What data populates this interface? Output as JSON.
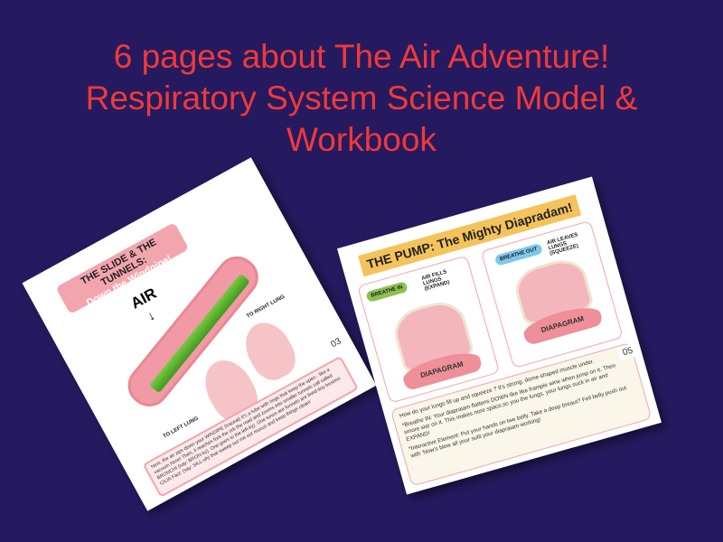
{
  "title": {
    "line1": "6 pages about  The Air Adventure!",
    "line2": "Respiratory System Science Model &",
    "line3": "Workbook"
  },
  "colors": {
    "background": "#251a5f",
    "title": "#f0393a",
    "accent_pink": "#f2a5ad",
    "banner_yellow": "#f4c35c"
  },
  "page1": {
    "heading": "THE SLIDE & THE TUNNELS:",
    "subheading": "Down the Windpipe!",
    "air_label": "AIR",
    "right_lung_label": "TO RIGHT LUNG",
    "left_lung_label": "TO LEFT LUNG",
    "body": "Next, the air zips down your WINDIPE (traceal) It's a tube with rings that keep the open - like a vacuum hose! Then, it reaches fork the ork the road and zooms into smaller tunnels call called BRONCHI (say: BRON-ky). One goes to the left-ky). One tunus are funnels are lined tiny brooms CILIA Fact: (say: SILL-uh) that sweep out me out mucus and keep things clean!",
    "page_number": "03"
  },
  "page2": {
    "banner": "THE PUMP: The Mighty Diapradam!",
    "left_panel": {
      "tag": "BREATHE IN",
      "note": "AIR FILLS LUNGS (EXPAND)",
      "label": "DIAPAGRAM"
    },
    "right_panel": {
      "tag": "BREATHE OUT",
      "note": "AIR LEAVES LUNGS (SQUEEZE)",
      "label": "DIAPAGRAM"
    },
    "intro": "How do your lungs fill up and squeeze ? It's strong, dome-shaped muscle under.",
    "breathe_in": "*Breathe IN: Your diapraiam flattens DOWN like like frampie wine when jump on it. Then smore siar on it. This makes nore space,so you the lungs, your lungs suck in air and EXPAND!",
    "interactive": "*Interactive Element: Put your hands on twe belly. Take a deep breaut? Feil belly push out with 'Now's blow all your sulit your diapraiam working!",
    "page_number": "05"
  }
}
